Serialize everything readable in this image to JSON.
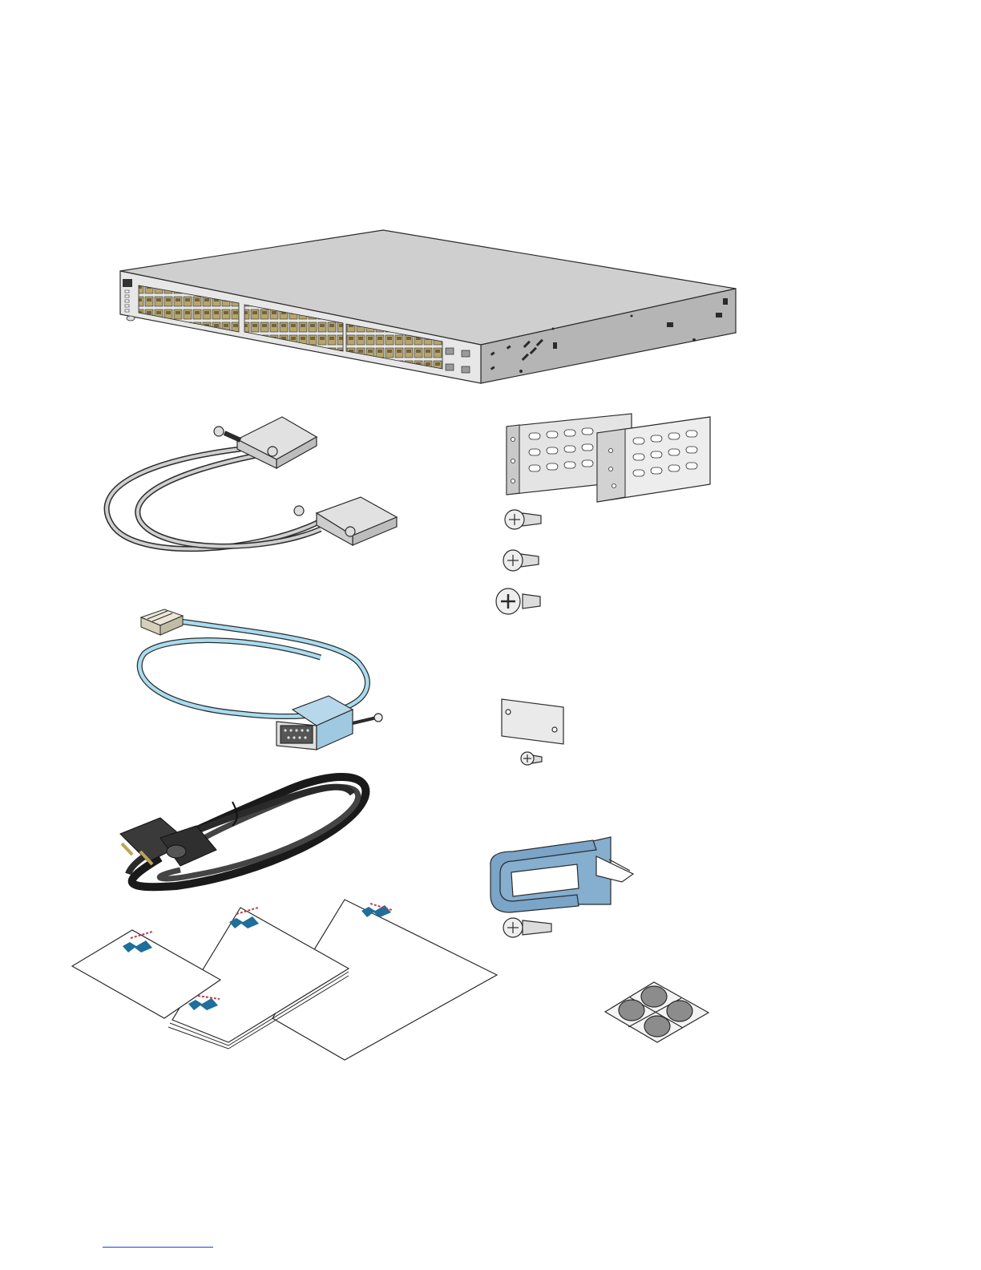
{
  "figure": {
    "kind": "package contents illustration",
    "items": [
      {
        "id": "switch",
        "icon": "network-switch"
      },
      {
        "id": "stack-cable",
        "icon": "stacking-cable"
      },
      {
        "id": "console-cable",
        "icon": "console-cable"
      },
      {
        "id": "power-cord",
        "icon": "power-cord"
      },
      {
        "id": "documents",
        "icon": "documentation"
      },
      {
        "id": "rack-brackets",
        "icon": "rack-mount-brackets"
      },
      {
        "id": "bracket-screws",
        "icon": "screws"
      },
      {
        "id": "blank-plate",
        "icon": "cover-plate"
      },
      {
        "id": "cable-guide",
        "icon": "cable-guide"
      },
      {
        "id": "rubber-feet",
        "icon": "rubber-feet"
      }
    ]
  },
  "colors": {
    "outline": "#2b2b2b",
    "switch_top": "#c8c8c8",
    "switch_side": "#a9a9a9",
    "port_face": "#b0a070",
    "console_cable": "#a8dcef",
    "metal": "#d7d7d7",
    "power_cord": "#2a2a2a",
    "guide": "#7aa4c8",
    "logo": "#1f6e9c",
    "logo_text": "#c33a4e",
    "footer_rule": "#1f3fd0"
  }
}
